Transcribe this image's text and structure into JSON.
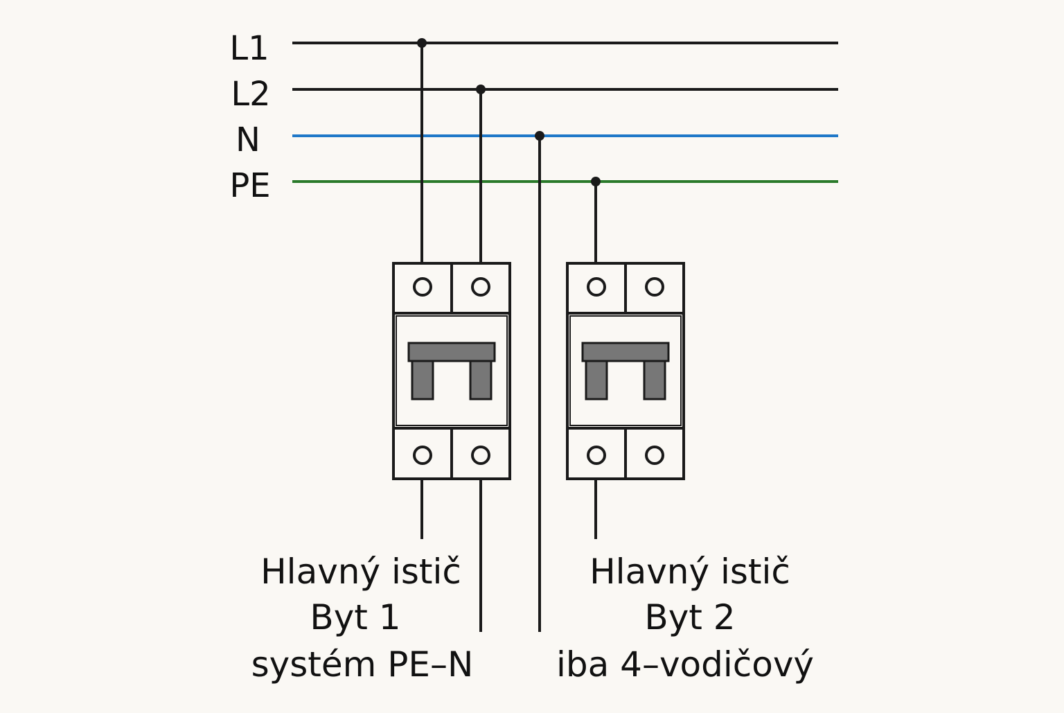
{
  "colors": {
    "background": "#faf8f4",
    "line_black": "#1a1a1a",
    "line_neutral": "#1f78c8",
    "line_pe": "#2a7a2a",
    "breaker_handle": "#777777"
  },
  "buses": [
    {
      "id": "L1",
      "label": "L1",
      "color": "#1a1a1a"
    },
    {
      "id": "L2",
      "label": "L2",
      "color": "#1a1a1a"
    },
    {
      "id": "N",
      "label": "N",
      "color": "#1f78c8"
    },
    {
      "id": "PE",
      "label": "PE",
      "color": "#2a7a2a"
    }
  ],
  "breakers": [
    {
      "id": "byt-1",
      "caption": [
        "Hlavný istič",
        "Byt 1",
        "systém PE–N"
      ]
    },
    {
      "id": "byt-2",
      "caption": [
        "Hlavný istič",
        "Byt 2",
        "iba 4–vodičový"
      ]
    }
  ]
}
